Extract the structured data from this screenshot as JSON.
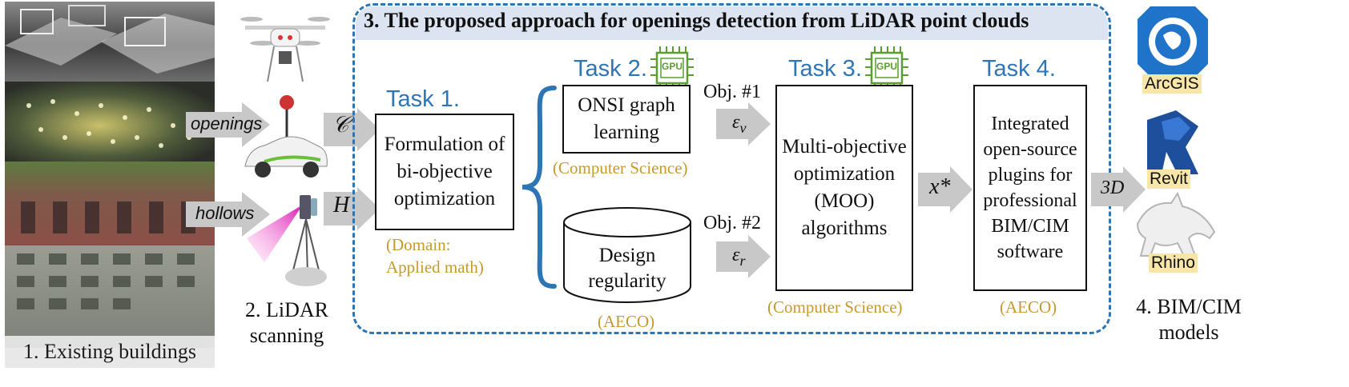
{
  "section1": {
    "caption": "1. Existing buildings",
    "arrow_openings": "openings",
    "arrow_hollows": "hollows"
  },
  "section2": {
    "caption_line1": "2. LiDAR",
    "caption_line2": "scanning",
    "symbol_c": "𝒞",
    "symbol_h": "H"
  },
  "section3": {
    "title": "3. The proposed approach for openings detection from LiDAR point clouds",
    "task1": {
      "label": "Task 1.",
      "box_line1": "Formulation of",
      "box_line2": "bi-objective",
      "box_line3": "optimization",
      "domain_line1": "(Domain:",
      "domain_line2": "Applied math)"
    },
    "task2": {
      "label": "Task 2.",
      "gpu": "GPU",
      "box_a_line1": "ONSI graph",
      "box_a_line2": "learning",
      "domain_a": "(Computer Science)",
      "cyl_line1": "Design",
      "cyl_line2": "regularity",
      "domain_b": "(AECO)"
    },
    "obj1": {
      "label": "Obj. #1",
      "symbol": "εv"
    },
    "obj2": {
      "label": "Obj. #2",
      "symbol": "εr"
    },
    "task3": {
      "label": "Task 3.",
      "gpu": "GPU",
      "box_line1": "Multi-objective",
      "box_line2": "optimization",
      "box_line3": "(MOO)",
      "box_line4": "algorithms",
      "domain": "(Computer Science)"
    },
    "xstar": "x*",
    "task4": {
      "label": "Task 4.",
      "box_line1": "Integrated",
      "box_line2": "open-source",
      "box_line3": "plugins for",
      "box_line4": "professional",
      "box_line5": "BIM/CIM",
      "box_line6": "software",
      "domain": "(AECO)"
    },
    "arrow3d": "3D"
  },
  "section4": {
    "caption_line1": "4. BIM/CIM",
    "caption_line2": "models",
    "tools": [
      "ArcGIS",
      "Revit",
      "Rhino"
    ]
  },
  "colors": {
    "accent_blue": "#2e75b6",
    "domain_gold": "#c69a2c",
    "title_bg": "#dce4f2",
    "arrow_gray": "#c8c8c8"
  }
}
